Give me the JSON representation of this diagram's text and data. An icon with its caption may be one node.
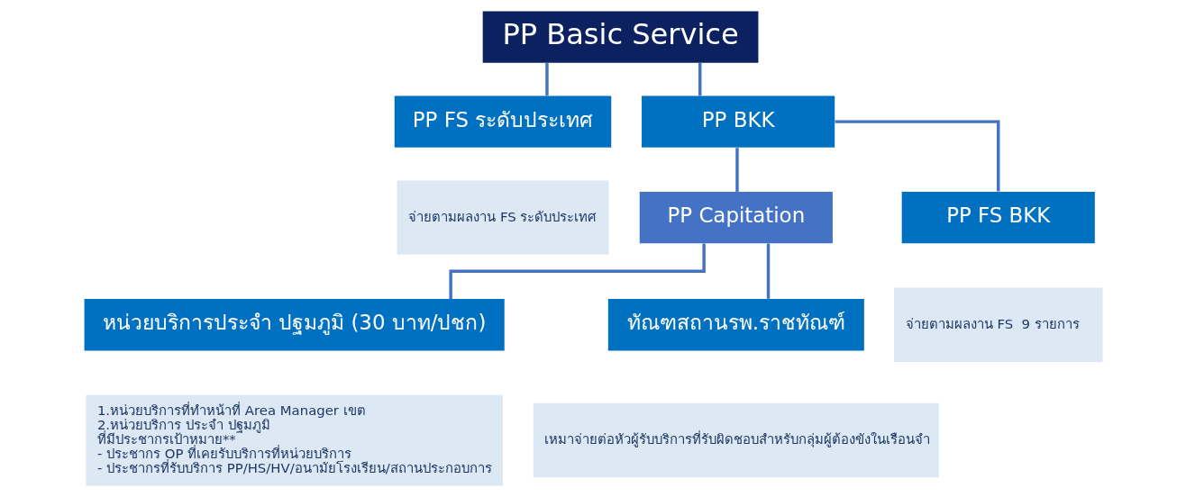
{
  "diagram": {
    "nodes": [
      {
        "text": [
          "PP Basic Service"
        ]
      },
      {
        "text": [
          "PP FS ระดับประเทศ"
        ]
      },
      {
        "text": [
          "จ่ายตามผลงาน FS ระดับประเทศ"
        ]
      },
      {
        "text": [
          "PP BKK"
        ]
      },
      {
        "text": [
          "PP Capitation"
        ]
      },
      {
        "text": [
          "PP FS BKK"
        ]
      },
      {
        "text": [
          "จ่ายตามผลงาน FS  9 รายการ"
        ]
      },
      {
        "text": [
          "หน่วยบริการประจำ ปฐมภูมิ (30 บาท/ปชก)"
        ]
      },
      {
        "text": [
          "1.หน่วยบริการที่ทำหน้าที่ Area Manager เขต",
          "2.หน่วยบริการ ประจำ ปฐมภูมิ",
          "ที่มีประชากรเป้าหมาย**",
          "- ประชากร OP ที่เคยรับบริการที่หน่วยบริการ",
          "- ประชากรที่รับบริการ PP/HS/HV/อนามัยโรงเรียน/สถานประกอบการ"
        ]
      },
      {
        "text": [
          "ทัณฑสถานรพ.ราชทัณฑ์"
        ]
      },
      {
        "text": [
          "เหมาจ่ายต่อหัวผู้รับบริการที่รับผิดชอบสำหรับกลุ่มผู้ต้องขังในเรือนจำ"
        ]
      }
    ],
    "edges": [
      {
        "from": 0,
        "to": 1,
        "arrow": "none"
      },
      {
        "from": 0,
        "to": 3,
        "arrow": "none"
      },
      {
        "from": 3,
        "to": 4,
        "arrow": "none"
      },
      {
        "from": 3,
        "to": 5,
        "arrow": "none"
      },
      {
        "from": 4,
        "to": 7,
        "arrow": "none"
      },
      {
        "from": 4,
        "to": 9,
        "arrow": "none"
      }
    ]
  }
}
